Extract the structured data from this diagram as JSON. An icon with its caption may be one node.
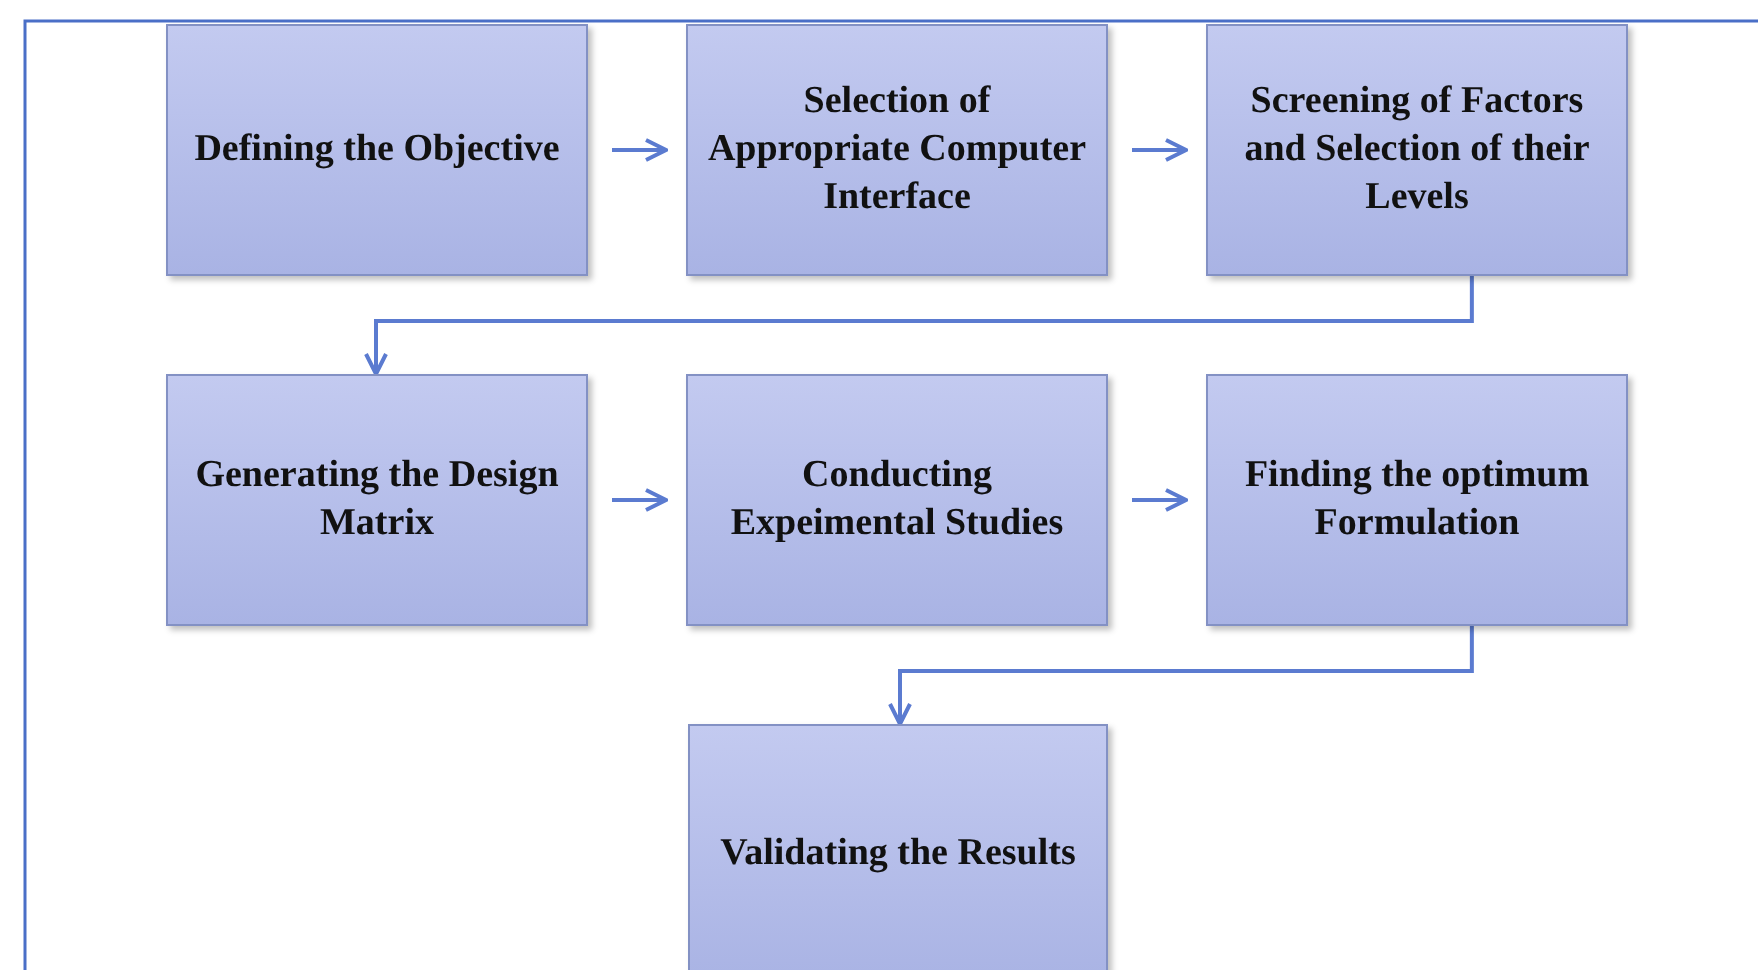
{
  "diagram": {
    "nodes": [
      {
        "text": [
          "Defining the Objective"
        ]
      },
      {
        "text": [
          "Selection of Appropriate Computer Interface"
        ]
      },
      {
        "text": [
          "Screening of Factors and Selection of their Levels"
        ]
      },
      {
        "text": [
          "Generating the Design Matrix"
        ]
      },
      {
        "text": [
          "Conducting Expeimental Studies"
        ]
      },
      {
        "text": [
          "Finding the optimum Formulation"
        ]
      },
      {
        "text": [
          "Validating the Results"
        ]
      }
    ],
    "edges": [
      {
        "from": 0,
        "to": 1,
        "arrow": "to"
      },
      {
        "from": 1,
        "to": 2,
        "arrow": "to"
      },
      {
        "from": 2,
        "to": 3,
        "arrow": "to"
      },
      {
        "from": 3,
        "to": 4,
        "arrow": "to"
      },
      {
        "from": 4,
        "to": 5,
        "arrow": "to"
      },
      {
        "from": 5,
        "to": 6,
        "arrow": "to"
      }
    ]
  }
}
